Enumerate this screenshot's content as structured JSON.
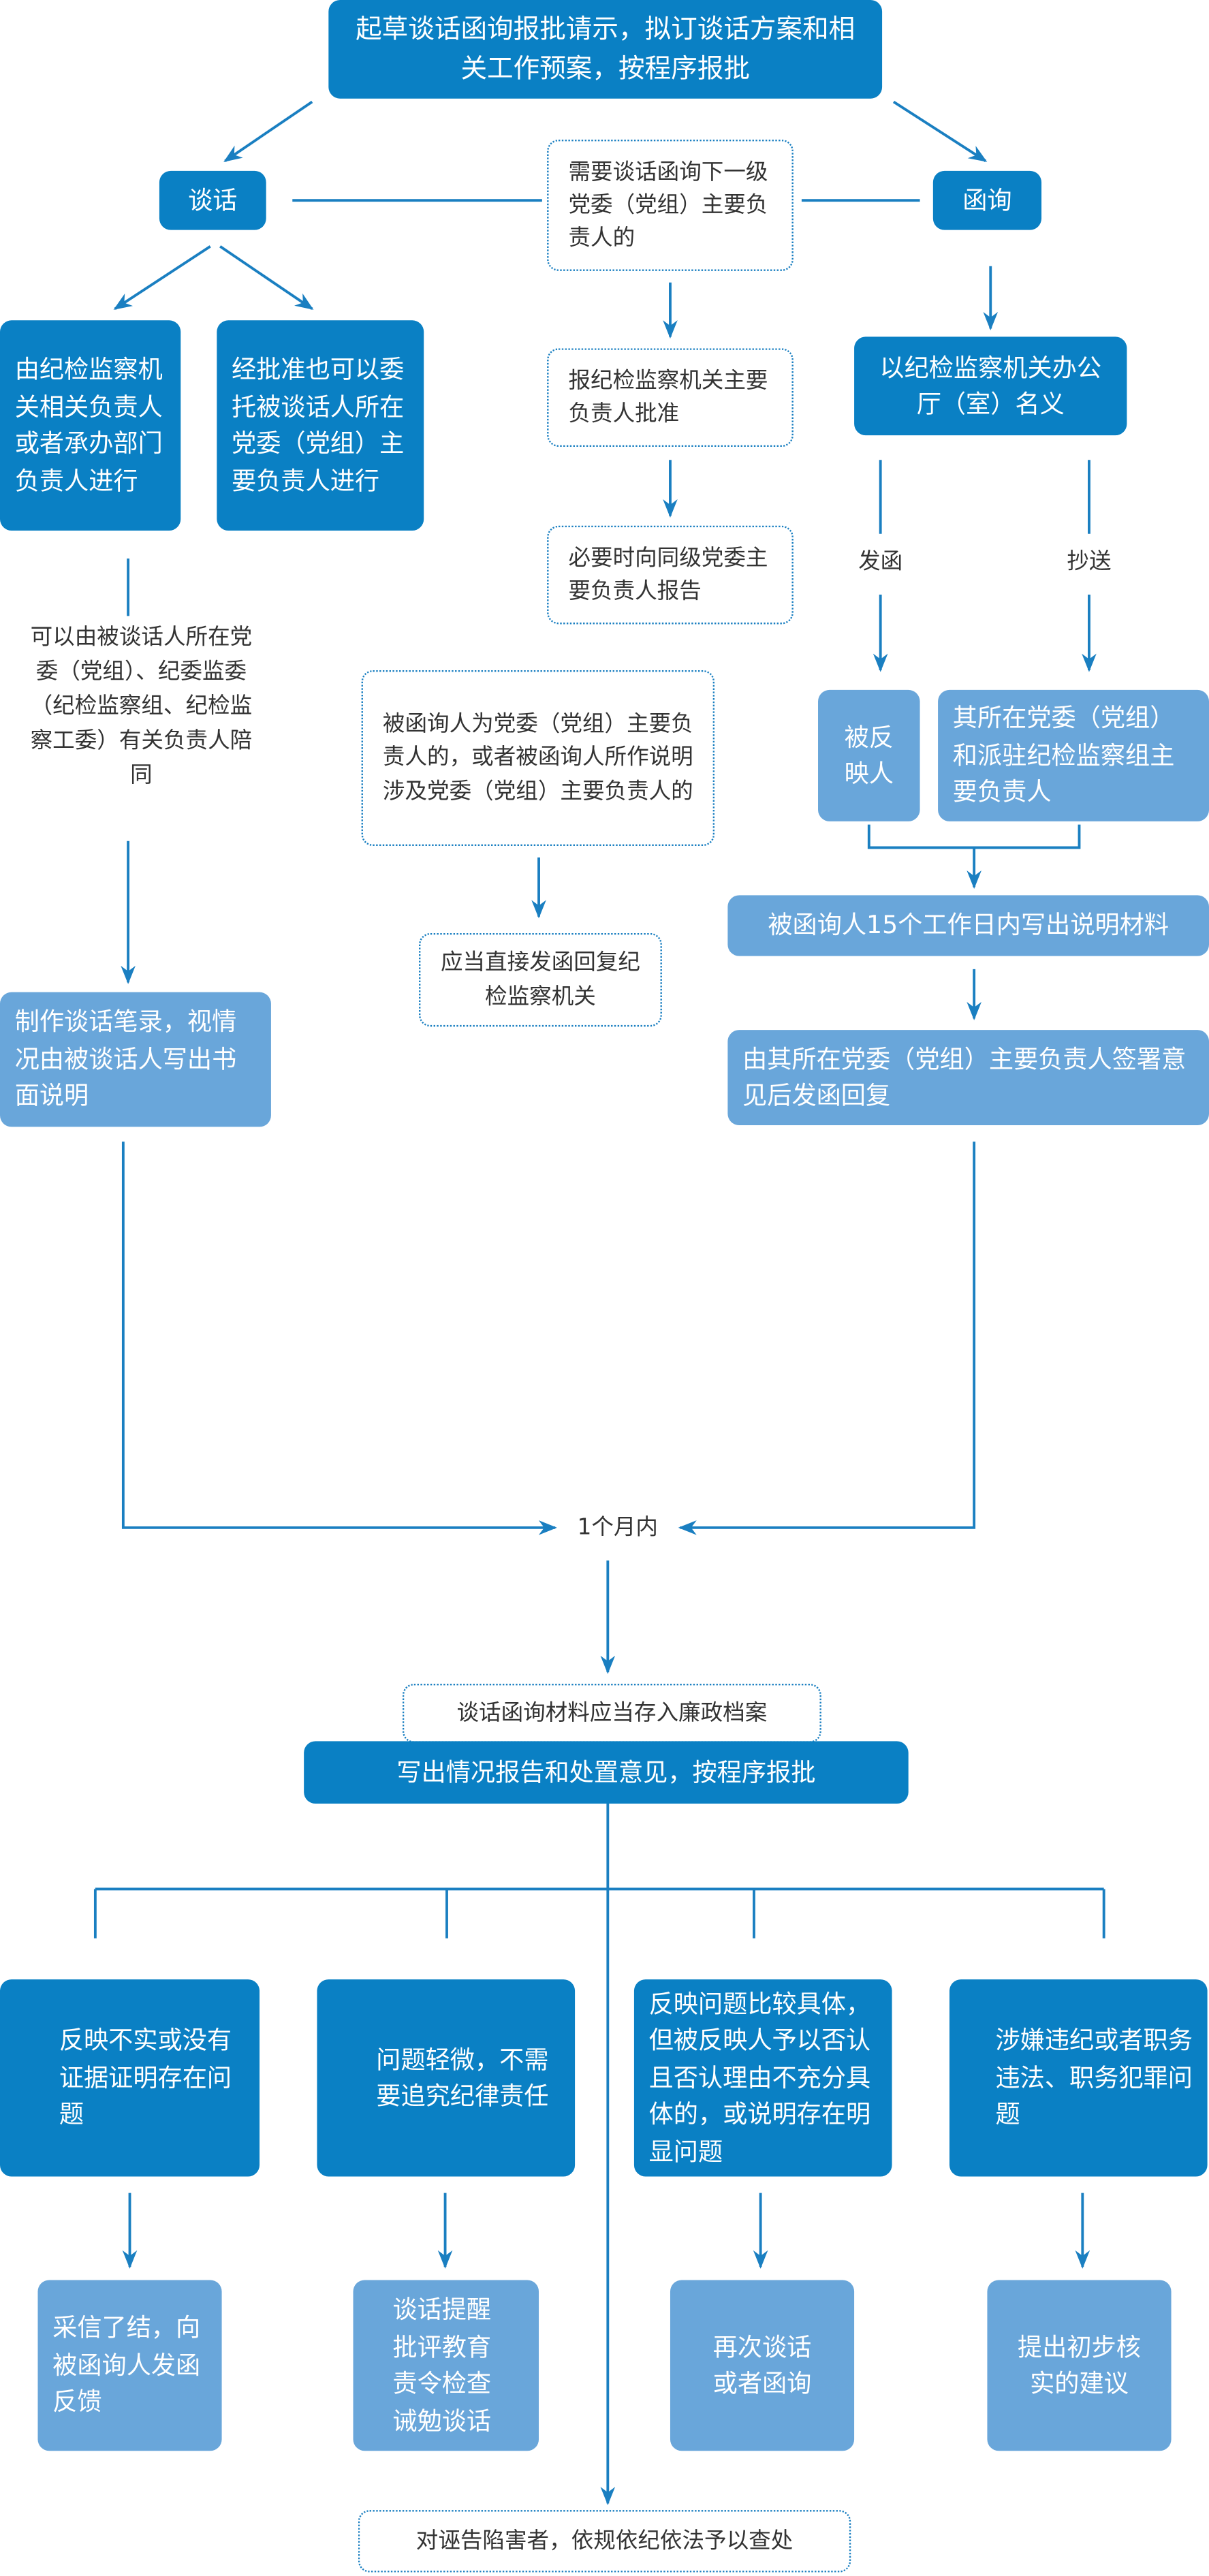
{
  "colors": {
    "dark": "#0a80c4",
    "light": "#69a6da",
    "line": "#1a7fc1"
  },
  "top": "起草谈话函询报批请示，拟订谈话方案和相关工作预案，按程序报批",
  "talk": "谈话",
  "inquiry": "函询",
  "center_note": "需要谈话函询下一级党委（党组）主要负责人的",
  "center_approve": "报纪检监察机关主要负责人批准",
  "center_report": "必要时向同级党委主要负责人报告",
  "talk_option1": "由纪检监察机关相关负责人或者承办部门负责人进行",
  "talk_option2": "经批准也可以委托被谈话人所在党委（党组）主要负责人进行",
  "talk_accompany": "可以由被谈话人所在党委（党组）、纪委监委（纪检监察组、纪检监察工委）有关负责人陪同",
  "talk_record": "制作谈话笔录，视情况由被谈话人写出书面说明",
  "inquiry_name": "以纪检监察机关办公厅（室）名义",
  "send_label": "发函",
  "copy_label": "抄送",
  "reflected_person": "被反映人",
  "party_head": "其所在党委（党组）和派驻纪检监察组主要负责人",
  "written_within": "被函询人15个工作日内写出说明材料",
  "sign_reply": "由其所在党委（党组）主要负责人签署意见后发函回复",
  "special_case": "被函询人为党委（党组）主要负责人的，或者被函询人所作说明涉及党委（党组）主要负责人的",
  "direct_reply": "应当直接发函回复纪检监察机关",
  "one_month": "1个月内",
  "archive": "谈话函询材料应当存入廉政档案",
  "report": "写出情况报告和处置意见，按程序报批",
  "outcomes": [
    {
      "case": "反映不实或没有证据证明存在问题",
      "action": "采信了结，向被函询人发函反馈"
    },
    {
      "case": "问题轻微，不需要追究纪律责任",
      "action": "谈话提醒批评教育责令检查诫勉谈话"
    },
    {
      "case": "反映问题比较具体，但被反映人予以否认且否认理由不充分具体的，或说明存在明显问题",
      "action": "再次谈话或者函询"
    },
    {
      "case": "涉嫌违纪或者职务违法、职务犯罪问题",
      "action": "提出初步核实的建议"
    }
  ],
  "false_accusation": "对诬告陷害者，依规依纪依法予以查处"
}
